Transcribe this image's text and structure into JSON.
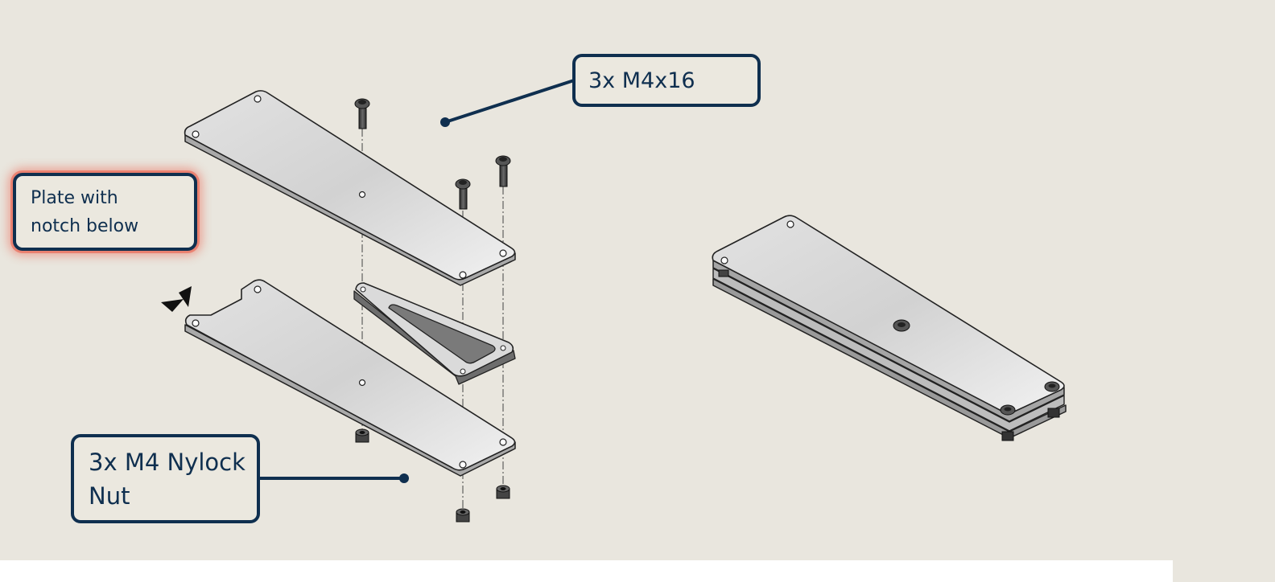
{
  "callouts": {
    "screws": {
      "text": "3x M4x16"
    },
    "plate": {
      "line1": "Plate with",
      "line2": "notch below"
    },
    "nuts": {
      "line1": "3x M4 Nylock",
      "line2": "Nut"
    }
  },
  "colors": {
    "background": "#e9e6de",
    "callout_border": "#0f2f4f",
    "plate_fill": "#dcdcdc",
    "plate_edge": "#a5a5a5",
    "hardware": "#3a3a3a",
    "highlight": "#e8553f"
  }
}
